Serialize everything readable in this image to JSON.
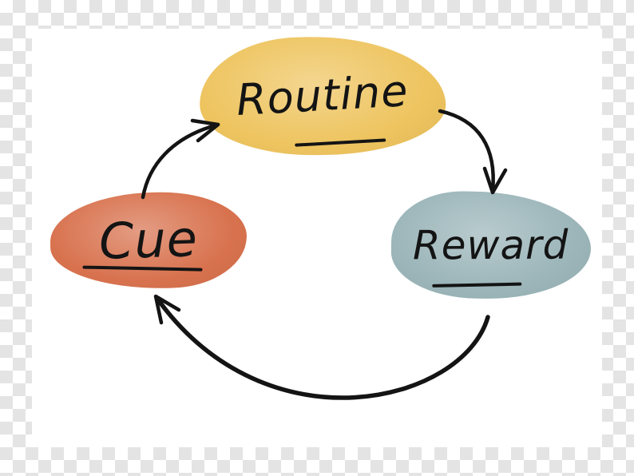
{
  "diagram": {
    "nodes": [
      {
        "id": "routine",
        "label": "Routine",
        "color": "#eec45f"
      },
      {
        "id": "reward",
        "label": "Reward",
        "color": "#9bb5b9"
      },
      {
        "id": "cue",
        "label": "Cue",
        "color": "#d8724e"
      }
    ],
    "edges": [
      {
        "id": "cue-to-routine",
        "from": "Cue",
        "to": "Routine"
      },
      {
        "id": "routine-to-reward",
        "from": "Routine",
        "to": "Reward"
      },
      {
        "id": "reward-to-cue",
        "from": "Reward",
        "to": "Cue"
      }
    ],
    "arrow_color": "#141414",
    "text_color": "#141414"
  }
}
